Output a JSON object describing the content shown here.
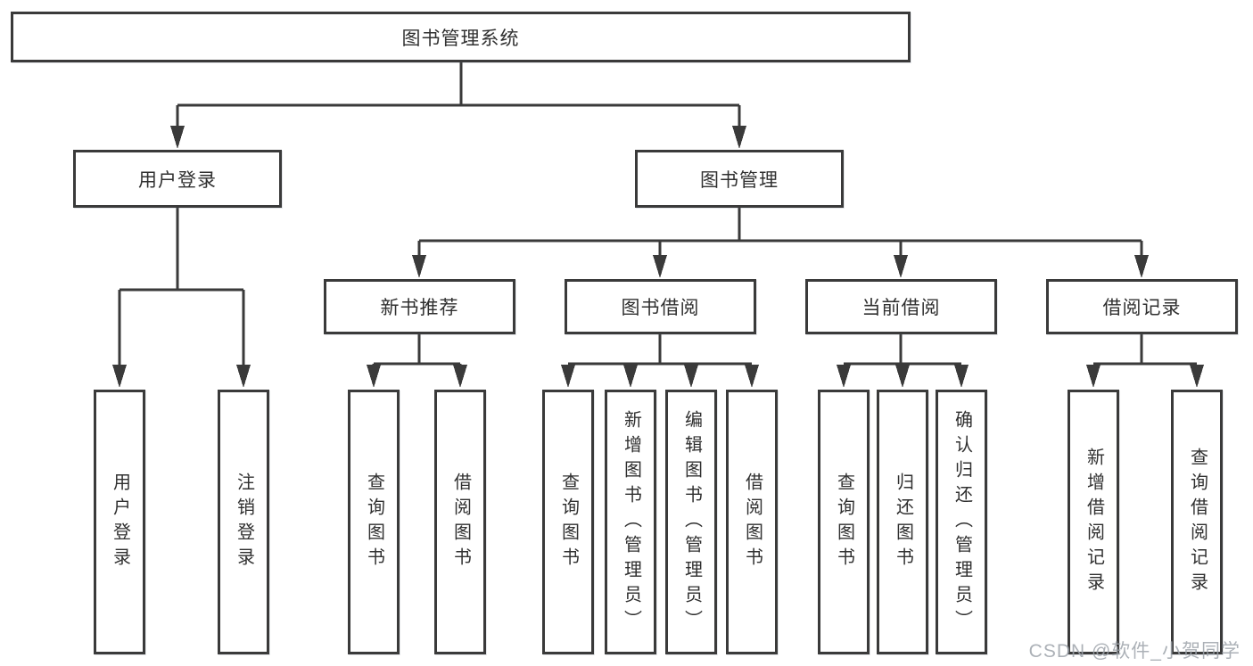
{
  "tree": {
    "root": "图书管理系统",
    "branches": [
      {
        "label": "用户登录",
        "leaves": [
          "用户登录",
          "注销登录"
        ]
      },
      {
        "label": "图书管理",
        "groups": [
          {
            "label": "新书推荐",
            "leaves": [
              "查询图书",
              "借阅图书"
            ]
          },
          {
            "label": "图书借阅",
            "leaves": [
              "查询图书",
              "新增图书（管理员）",
              "编辑图书（管理员）",
              "借阅图书"
            ]
          },
          {
            "label": "当前借阅",
            "leaves": [
              "查询图书",
              "归还图书",
              "确认归还（管理员）"
            ]
          },
          {
            "label": "借阅记录",
            "leaves": [
              "新增借阅记录",
              "查询借阅记录"
            ]
          }
        ]
      }
    ]
  },
  "watermark": "CSDN @软件_小贺同学",
  "colors": {
    "line": "#3a3a3a",
    "box_border": "#3a3a3a",
    "text": "#303030",
    "watermark": "#9ea3aa",
    "background": "#ffffff"
  }
}
